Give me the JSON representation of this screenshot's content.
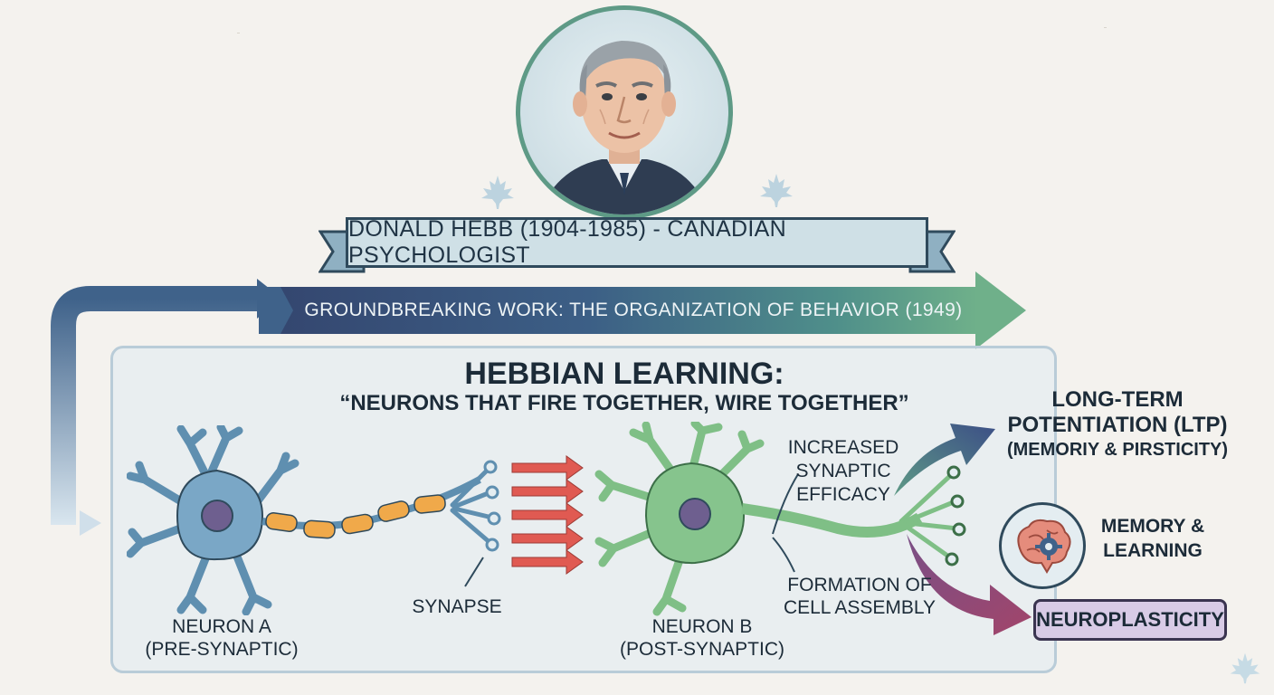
{
  "portrait": {
    "subject": "portrait-of-donald-hebb"
  },
  "banner": {
    "title": "DONALD HEBB (1904-1985) - CANADIAN PSYCHOLOGIST"
  },
  "work": {
    "label": "GROUNDBREAKING WORK: THE ORGANIZATION OF BEHAVIOR (1949)"
  },
  "hebbian": {
    "title": "HEBBIAN LEARNING:",
    "quote": "“NEURONS THAT FIRE TOGETHER, WIRE TOGETHER”"
  },
  "neuron_a": {
    "line1": "NEURON A",
    "line2": "(PRE-SYNAPTIC)"
  },
  "synapse": {
    "label": "SYNAPSE"
  },
  "neuron_b": {
    "line1": "NEURON B",
    "line2": "(POST-SYNAPTIC)"
  },
  "efficacy": {
    "line1": "INCREASED",
    "line2": "SYNAPTIC",
    "line3": "EFFICACY"
  },
  "assembly": {
    "line1": "FORMATION OF",
    "line2": "CELL ASSEMBLY"
  },
  "ltp": {
    "line1": "LONG-TERM",
    "line2": "POTENTIATION (LTP)",
    "line3": "(MEMORIY & PIRSTICITY)"
  },
  "memory": {
    "line1": "MEMORY &",
    "line2": "LEARNING"
  },
  "neuroplasticity": {
    "label": "NEUROPLASTICITY"
  },
  "colors": {
    "neuron_a": "#5f8fb0",
    "neuron_b": "#7fbf86",
    "axon_myelin": "#f0a94a",
    "signal_arrows": "#e05a52",
    "neuro_box": "#d8cbe6"
  }
}
